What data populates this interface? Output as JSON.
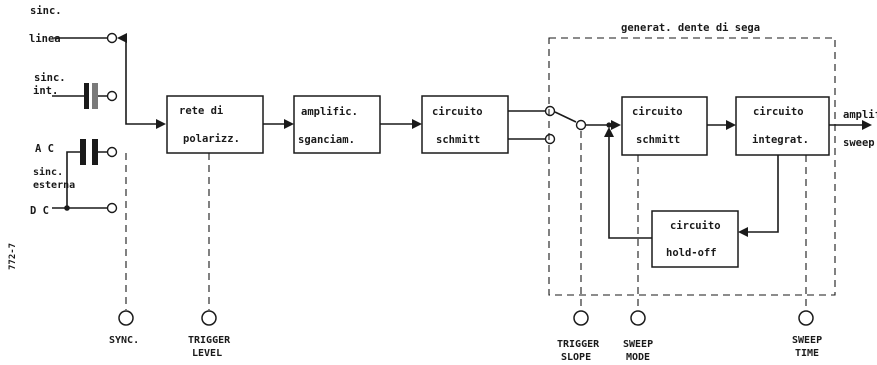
{
  "inputs": {
    "sinc_linea": [
      "sinc.",
      "linea"
    ],
    "sinc_int": [
      "sinc.",
      "int."
    ],
    "ac": "A C",
    "sinc_esterna": [
      "sinc.",
      "esterna"
    ],
    "dc": "D C",
    "side_code": "772-7"
  },
  "blocks": {
    "rete": [
      "rete  di",
      "polarizz."
    ],
    "amplific": [
      "amplific.",
      "sganciam."
    ],
    "schmitt1": [
      "circuito",
      "schmitt"
    ],
    "schmitt2": [
      "circuito",
      "schmitt"
    ],
    "integrat": [
      "circuito",
      "integrat."
    ],
    "holdoff": [
      "circuito",
      "hold-off"
    ]
  },
  "group_label": "generat. dente di sega",
  "output_label": [
    "amplif",
    "sweep"
  ],
  "controls": {
    "sync": [
      "SYNC."
    ],
    "trigger_level": [
      "TRIGGER",
      "LEVEL"
    ],
    "trigger_slope": [
      "TRIGGER",
      "SLOPE"
    ],
    "sweep_mode": [
      "SWEEP",
      "MODE"
    ],
    "sweep_time": [
      "SWEEP",
      "TIME"
    ]
  }
}
